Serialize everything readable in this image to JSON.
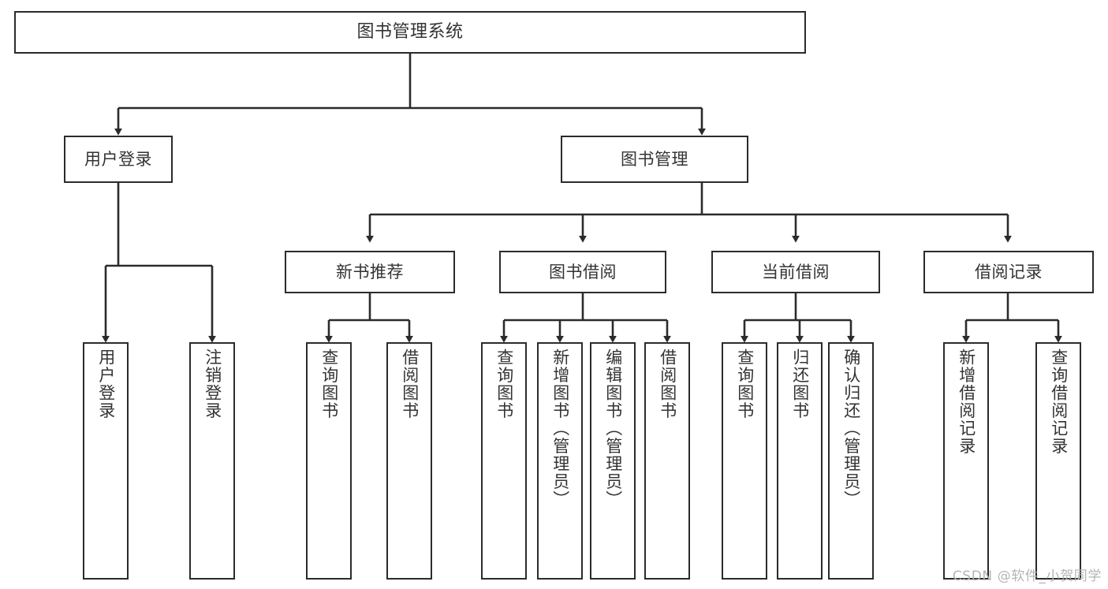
{
  "diagram": {
    "title": "图书管理系统",
    "type": "tree",
    "watermark": "CSDN @软件_小贺同学",
    "colors": {
      "background": "#ffffff",
      "box_border": "#2b2b2b",
      "box_fill": "#ffffff",
      "text": "#333333",
      "connector": "#2b2b2b",
      "watermark": "#b4b4b4"
    },
    "nodes": {
      "root": {
        "label": "图书管理系统"
      },
      "level2": [
        {
          "id": "user-login",
          "label": "用户登录"
        },
        {
          "id": "book-manage",
          "label": "图书管理"
        }
      ],
      "level3": [
        {
          "id": "new-book-recommend",
          "label": "新书推荐"
        },
        {
          "id": "book-borrow",
          "label": "图书借阅"
        },
        {
          "id": "current-borrow",
          "label": "当前借阅"
        },
        {
          "id": "borrow-record",
          "label": "借阅记录"
        }
      ],
      "leaves": [
        {
          "id": "leaf-user-login",
          "label": "用户登录",
          "parent": "user-login"
        },
        {
          "id": "leaf-user-logout",
          "label": "注销登录",
          "parent": "user-login"
        },
        {
          "id": "leaf-query-book-1",
          "label": "查询图书",
          "parent": "new-book-recommend"
        },
        {
          "id": "leaf-borrow-book-1",
          "label": "借阅图书",
          "parent": "new-book-recommend"
        },
        {
          "id": "leaf-query-book-2",
          "label": "查询图书",
          "parent": "book-borrow"
        },
        {
          "id": "leaf-add-book",
          "label": "新增图书（管理员）",
          "parent": "book-borrow"
        },
        {
          "id": "leaf-edit-book",
          "label": "编辑图书（管理员）",
          "parent": "book-borrow"
        },
        {
          "id": "leaf-borrow-book-2",
          "label": "借阅图书",
          "parent": "book-borrow"
        },
        {
          "id": "leaf-query-book-3",
          "label": "查询图书",
          "parent": "current-borrow"
        },
        {
          "id": "leaf-return-book",
          "label": "归还图书",
          "parent": "current-borrow"
        },
        {
          "id": "leaf-confirm-return",
          "label": "确认归还（管理员）",
          "parent": "current-borrow"
        },
        {
          "id": "leaf-add-record",
          "label": "新增借阅记录",
          "parent": "borrow-record"
        },
        {
          "id": "leaf-query-record",
          "label": "查询借阅记录",
          "parent": "borrow-record"
        }
      ]
    }
  }
}
